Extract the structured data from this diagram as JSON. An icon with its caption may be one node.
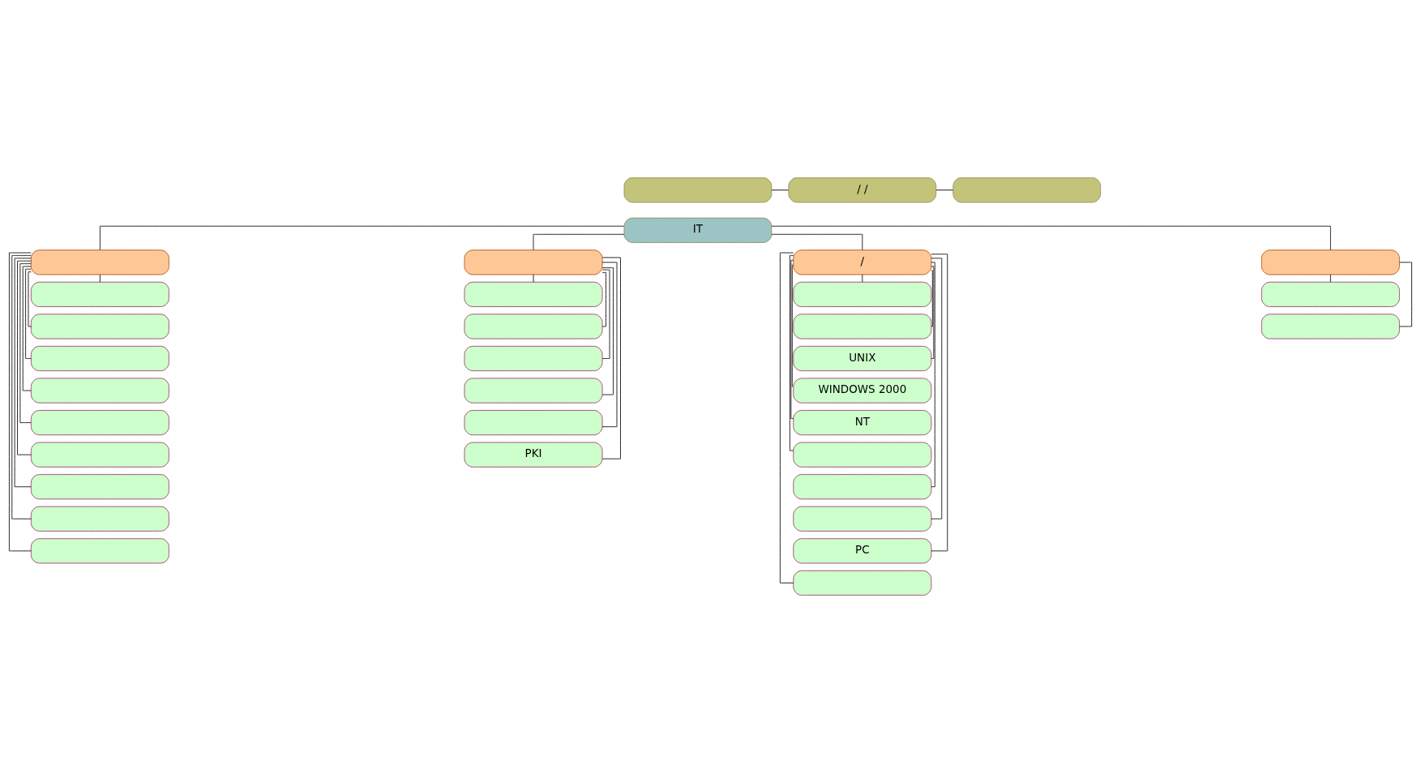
{
  "diagram": {
    "nodes": [
      {
        "text": [],
        "shape": "box"
      },
      {
        "text": [
          "/ /"
        ]
      },
      {
        "text": [],
        "shape": "box"
      },
      {
        "text": [
          "IT"
        ]
      },
      {
        "text": [],
        "shape": "box"
      },
      {
        "text": [],
        "shape": "box"
      },
      {
        "text": [
          "/"
        ]
      },
      {
        "text": [],
        "shape": "box"
      },
      {
        "text": [],
        "shape": "box"
      },
      {
        "text": [],
        "shape": "box"
      },
      {
        "text": [],
        "shape": "box"
      },
      {
        "text": [],
        "shape": "box"
      },
      {
        "text": [],
        "shape": "box"
      },
      {
        "text": [],
        "shape": "box"
      },
      {
        "text": [],
        "shape": "box"
      },
      {
        "text": [],
        "shape": "box"
      },
      {
        "text": [],
        "shape": "box"
      },
      {
        "text": [],
        "shape": "box"
      },
      {
        "text": [],
        "shape": "box"
      },
      {
        "text": [],
        "shape": "box"
      },
      {
        "text": [],
        "shape": "box"
      },
      {
        "text": [],
        "shape": "box"
      },
      {
        "text": [
          "PKI"
        ]
      },
      {
        "text": [],
        "shape": "box"
      },
      {
        "text": [],
        "shape": "box"
      },
      {
        "text": [
          "UNIX"
        ]
      },
      {
        "text": [
          "WINDOWS 2000"
        ]
      },
      {
        "text": [
          "NT"
        ]
      },
      {
        "text": [],
        "shape": "box"
      },
      {
        "text": [],
        "shape": "box"
      },
      {
        "text": [],
        "shape": "box"
      },
      {
        "text": [
          "PC"
        ]
      },
      {
        "text": [],
        "shape": "box"
      },
      {
        "text": [],
        "shape": "box"
      },
      {
        "text": [],
        "shape": "box"
      }
    ],
    "edges": [
      {
        "from": 0,
        "to": 1,
        "arrow": "none"
      },
      {
        "from": 1,
        "to": 2,
        "arrow": "none"
      },
      {
        "from": 3,
        "to": 4,
        "arrow": "none"
      },
      {
        "from": 3,
        "to": 5,
        "arrow": "none"
      },
      {
        "from": 3,
        "to": 6,
        "arrow": "none"
      },
      {
        "from": 3,
        "to": 7,
        "arrow": "none"
      },
      {
        "from": 4,
        "to": 8,
        "arrow": "none"
      },
      {
        "from": 4,
        "to": 9,
        "arrow": "none"
      },
      {
        "from": 4,
        "to": 10,
        "arrow": "none"
      },
      {
        "from": 4,
        "to": 11,
        "arrow": "none"
      },
      {
        "from": 4,
        "to": 12,
        "arrow": "none"
      },
      {
        "from": 4,
        "to": 13,
        "arrow": "none"
      },
      {
        "from": 4,
        "to": 14,
        "arrow": "none"
      },
      {
        "from": 4,
        "to": 15,
        "arrow": "none"
      },
      {
        "from": 4,
        "to": 16,
        "arrow": "none"
      },
      {
        "from": 5,
        "to": 17,
        "arrow": "none"
      },
      {
        "from": 5,
        "to": 18,
        "arrow": "none"
      },
      {
        "from": 5,
        "to": 19,
        "arrow": "none"
      },
      {
        "from": 5,
        "to": 20,
        "arrow": "none"
      },
      {
        "from": 5,
        "to": 21,
        "arrow": "none"
      },
      {
        "from": 5,
        "to": 22,
        "arrow": "none"
      },
      {
        "from": 6,
        "to": 23,
        "arrow": "none"
      },
      {
        "from": 6,
        "to": 24,
        "arrow": "none"
      },
      {
        "from": 6,
        "to": 25,
        "arrow": "none"
      },
      {
        "from": 6,
        "to": 26,
        "arrow": "none"
      },
      {
        "from": 6,
        "to": 27,
        "arrow": "none"
      },
      {
        "from": 6,
        "to": 28,
        "arrow": "none"
      },
      {
        "from": 6,
        "to": 29,
        "arrow": "none"
      },
      {
        "from": 6,
        "to": 30,
        "arrow": "none"
      },
      {
        "from": 6,
        "to": 31,
        "arrow": "none"
      },
      {
        "from": 6,
        "to": 32,
        "arrow": "none"
      },
      {
        "from": 7,
        "to": 33,
        "arrow": "none"
      },
      {
        "from": 7,
        "to": 34,
        "arrow": "none"
      }
    ]
  }
}
